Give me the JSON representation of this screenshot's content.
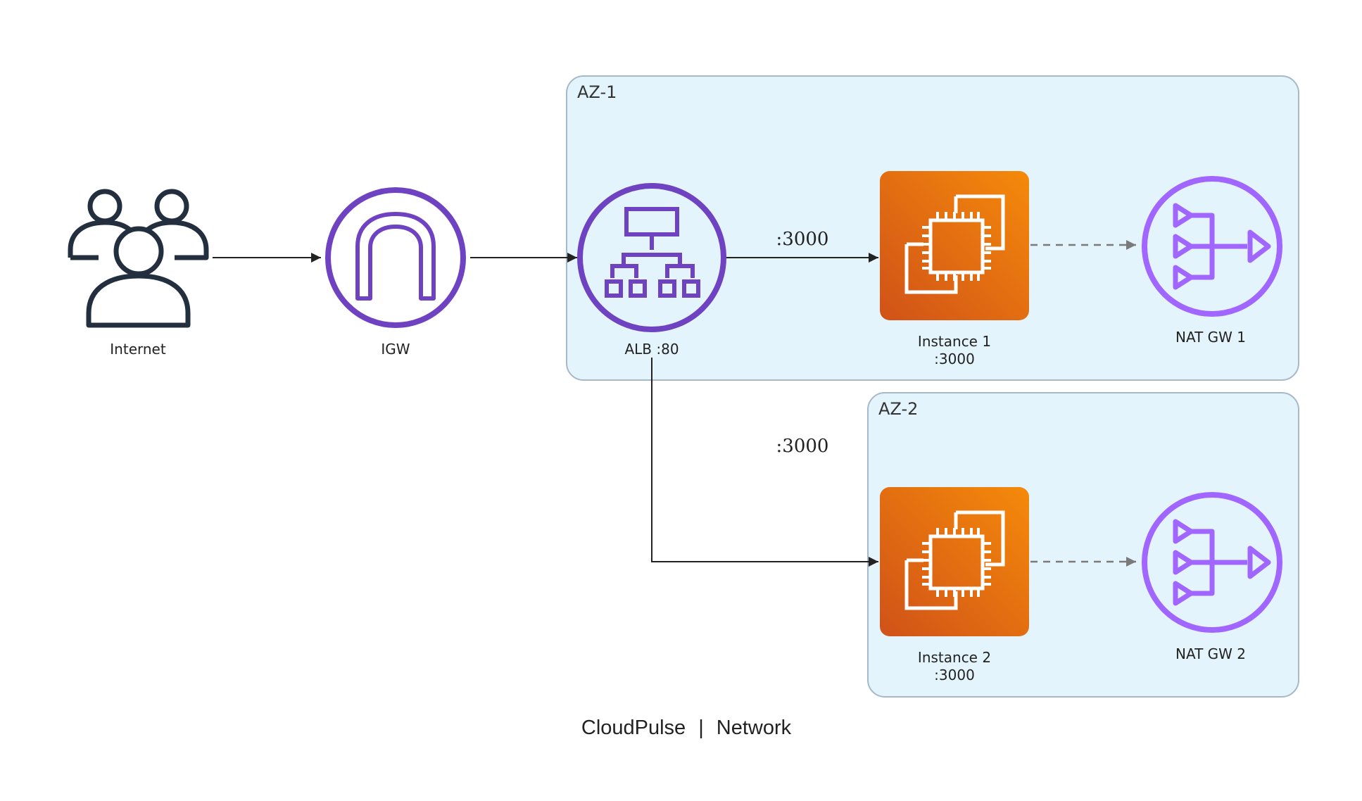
{
  "groups": {
    "az1": "AZ-1",
    "az2": "AZ-2"
  },
  "nodes": {
    "internet": "Internet",
    "igw": "IGW",
    "alb": "ALB :80",
    "instance1": {
      "name": "Instance 1",
      "port": ":3000"
    },
    "instance2": {
      "name": "Instance 2",
      "port": ":3000"
    },
    "natgw1": "NAT GW 1",
    "natgw2": "NAT GW 2"
  },
  "edges": {
    "alb_to_instance1": ":3000",
    "alb_to_instance2": ":3000"
  },
  "caption": {
    "project": "CloudPulse",
    "separator": "|",
    "section": "Network"
  },
  "colors": {
    "group_fill": "#e3f4fc",
    "group_stroke": "#a7b8c8",
    "purple": "#6f42c1",
    "nat_purple": "#a166ff",
    "ec2_top": "#f58a0a",
    "ec2_bottom": "#d05218",
    "edge": "#222222",
    "dashed_edge": "#7a7a7a",
    "users_icon": "#232f3e"
  },
  "icons": {
    "internet": "users-icon",
    "igw": "internet-gateway-icon",
    "alb": "application-load-balancer-icon",
    "instance": "ec2-instance-icon",
    "natgw": "nat-gateway-icon"
  }
}
